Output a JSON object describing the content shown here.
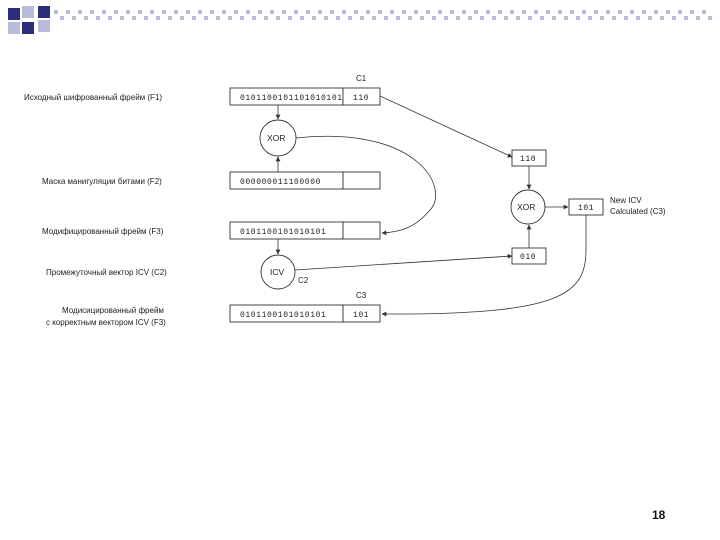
{
  "slide": {
    "page_number": "18",
    "colors": {
      "header_squares": "#2b2f7a",
      "header_checker": "#b9bcd8"
    }
  },
  "diagram": {
    "labels": {
      "f1": "Исходный шифрованный фрейм (F1)",
      "f2": "Маска манигуляции битами (F2)",
      "f3": "Модифицированный фрейм (F3)",
      "c2": "Промежуточный вектор ICV (C2)",
      "f3_final_line1": "Модисицированный фрейм",
      "f3_final_line2": "с корректным вектором ICV (F3)",
      "new_icv_line1": "New ICV",
      "new_icv_line2": "Calculated (C3)"
    },
    "tags": {
      "c1": "C1",
      "c2": "C2",
      "c3": "C3"
    },
    "rows": {
      "f1_bits": "0101100101101010101",
      "f1_icv": "110",
      "f2_bits": "000000011100000",
      "f3_bits": "0101100101010101",
      "final_bits": "0101100101010101",
      "final_icv": "101"
    },
    "nodes": {
      "xor_left": "XOR",
      "icv": "ICV",
      "xor_right": "XOR"
    },
    "side_boxes": {
      "top": "110",
      "bottom": "010",
      "result": "101"
    }
  }
}
